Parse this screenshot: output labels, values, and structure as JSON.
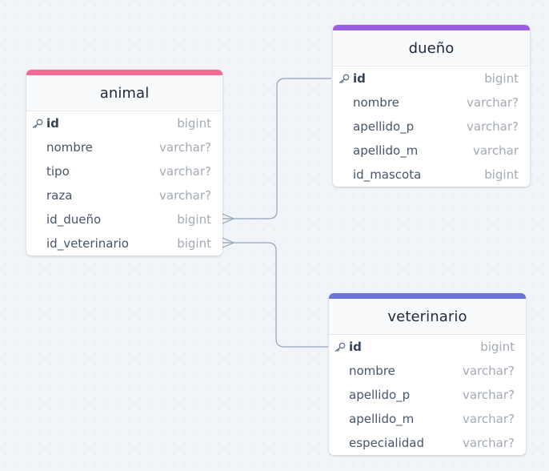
{
  "colors": {
    "canvas_bg": "#f1f5f9",
    "relation_line": "#94a3b8"
  },
  "tables": {
    "animal": {
      "title": "animal",
      "accent": "#f36a92",
      "columns": [
        {
          "name": "id",
          "type": "bigint",
          "pk": true
        },
        {
          "name": "nombre",
          "type": "varchar?",
          "pk": false
        },
        {
          "name": "tipo",
          "type": "varchar?",
          "pk": false
        },
        {
          "name": "raza",
          "type": "varchar?",
          "pk": false
        },
        {
          "name": "id_dueño",
          "type": "bigint",
          "pk": false
        },
        {
          "name": "id_veterinario",
          "type": "bigint",
          "pk": false
        }
      ]
    },
    "dueno": {
      "title": "dueño",
      "accent": "#9d5ee6",
      "columns": [
        {
          "name": "id",
          "type": "bigint",
          "pk": true
        },
        {
          "name": "nombre",
          "type": "varchar?",
          "pk": false
        },
        {
          "name": "apellido_p",
          "type": "varchar?",
          "pk": false
        },
        {
          "name": "apellido_m",
          "type": "varchar",
          "pk": false
        },
        {
          "name": "id_mascota",
          "type": "bigint",
          "pk": false
        }
      ]
    },
    "veterinario": {
      "title": "veterinario",
      "accent": "#6a74d6",
      "columns": [
        {
          "name": "id",
          "type": "bigint",
          "pk": true
        },
        {
          "name": "nombre",
          "type": "varchar?",
          "pk": false
        },
        {
          "name": "apellido_p",
          "type": "varchar?",
          "pk": false
        },
        {
          "name": "apellido_m",
          "type": "varchar?",
          "pk": false
        },
        {
          "name": "especialidad",
          "type": "varchar?",
          "pk": false
        }
      ]
    }
  },
  "relations": [
    {
      "from": "animal.id_dueño",
      "to": "dueño.id",
      "cardinality": "many-to-one"
    },
    {
      "from": "animal.id_veterinario",
      "to": "veterinario.id",
      "cardinality": "many-to-one"
    }
  ]
}
